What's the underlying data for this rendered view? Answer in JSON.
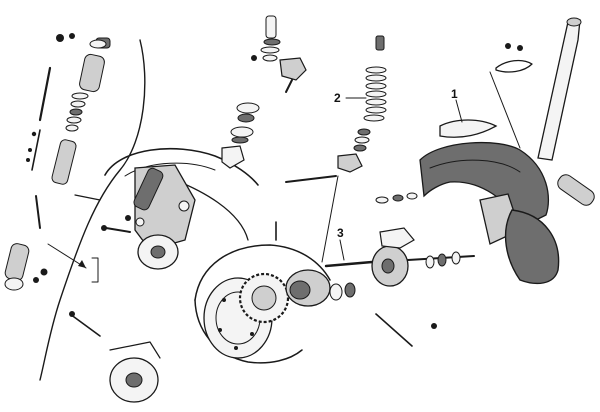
{
  "figure": {
    "type": "exploded-parts-drawing",
    "style": "monochrome line art"
  },
  "callouts": [
    {
      "id": "callout-1",
      "label": "1"
    },
    {
      "id": "callout-2",
      "label": "2"
    },
    {
      "id": "callout-3",
      "label": "3"
    }
  ],
  "colors": {
    "ink": "#1a1a1a",
    "background": "#ffffff",
    "shade": "#6e6e6e"
  }
}
